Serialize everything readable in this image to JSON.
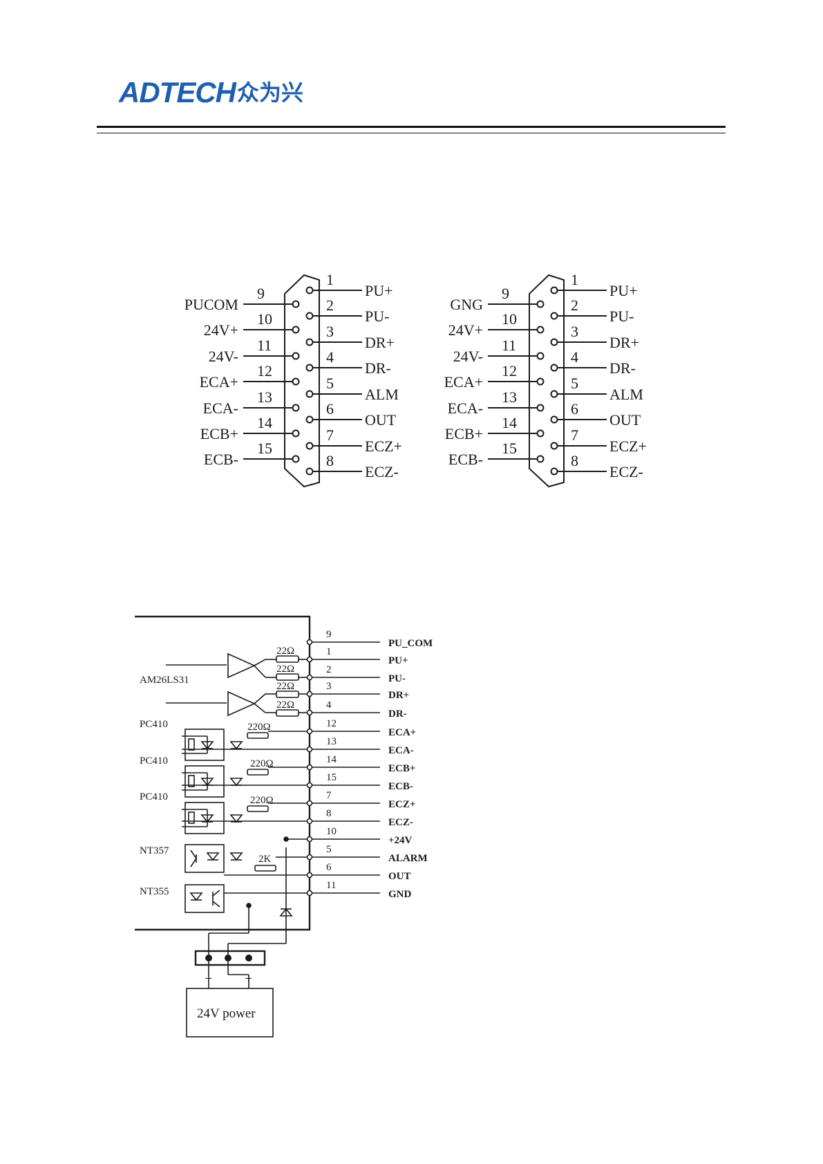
{
  "header": {
    "brand_latin": "ADTECH",
    "brand_chinese": "众为兴",
    "brand_color": "#1f5fb0"
  },
  "connector_left": {
    "left_pins": [
      {
        "num": "9",
        "label": "PUCOM"
      },
      {
        "num": "10",
        "label": "24V+"
      },
      {
        "num": "11",
        "label": "24V-"
      },
      {
        "num": "12",
        "label": "ECA+"
      },
      {
        "num": "13",
        "label": "ECA-"
      },
      {
        "num": "14",
        "label": "ECB+"
      },
      {
        "num": "15",
        "label": "ECB-"
      }
    ],
    "right_pins": [
      {
        "num": "1",
        "label": "PU+"
      },
      {
        "num": "2",
        "label": "PU-"
      },
      {
        "num": "3",
        "label": "DR+"
      },
      {
        "num": "4",
        "label": "DR-"
      },
      {
        "num": "5",
        "label": "ALM"
      },
      {
        "num": "6",
        "label": "OUT"
      },
      {
        "num": "7",
        "label": "ECZ+"
      },
      {
        "num": "8",
        "label": "ECZ-"
      }
    ]
  },
  "connector_right": {
    "left_pins": [
      {
        "num": "9",
        "label": "GNG"
      },
      {
        "num": "10",
        "label": "24V+"
      },
      {
        "num": "11",
        "label": "24V-"
      },
      {
        "num": "12",
        "label": "ECA+"
      },
      {
        "num": "13",
        "label": "ECA-"
      },
      {
        "num": "14",
        "label": "ECB+"
      },
      {
        "num": "15",
        "label": "ECB-"
      }
    ],
    "right_pins": [
      {
        "num": "1",
        "label": "PU+"
      },
      {
        "num": "2",
        "label": "PU-"
      },
      {
        "num": "3",
        "label": "DR+"
      },
      {
        "num": "4",
        "label": "DR-"
      },
      {
        "num": "5",
        "label": "ALM"
      },
      {
        "num": "6",
        "label": "OUT"
      },
      {
        "num": "7",
        "label": "ECZ+"
      },
      {
        "num": "8",
        "label": "ECZ-"
      }
    ]
  },
  "schematic": {
    "terminals": [
      {
        "num": "9",
        "signal": "PU_COM"
      },
      {
        "num": "1",
        "signal": "PU+"
      },
      {
        "num": "2",
        "signal": "PU-"
      },
      {
        "num": "3",
        "signal": "DR+"
      },
      {
        "num": "4",
        "signal": "DR-"
      },
      {
        "num": "12",
        "signal": "ECA+"
      },
      {
        "num": "13",
        "signal": "ECA-"
      },
      {
        "num": "14",
        "signal": "ECB+"
      },
      {
        "num": "15",
        "signal": "ECB-"
      },
      {
        "num": "7",
        "signal": "ECZ+"
      },
      {
        "num": "8",
        "signal": "ECZ-"
      },
      {
        "num": "10",
        "signal": "+24V"
      },
      {
        "num": "5",
        "signal": "ALARM"
      },
      {
        "num": "6",
        "signal": "OUT"
      },
      {
        "num": "11",
        "signal": "GND"
      }
    ],
    "driver_chip": "AM26LS31",
    "optocoupler_1": "PC410",
    "optocoupler_2": "PC410",
    "optocoupler_3": "PC410",
    "optocoupler_4": "NT357",
    "optocoupler_5": "NT355",
    "r_pu_plus": "22Ω",
    "r_pu_minus": "22Ω",
    "r_dr_plus": "22Ω",
    "r_dr_minus": "22Ω",
    "r_eca": "220Ω",
    "r_ecb": "220Ω",
    "r_ecz": "220Ω",
    "r_alarm": "2K",
    "power_minus": "−",
    "power_plus": "+",
    "power_label": "24V power"
  }
}
